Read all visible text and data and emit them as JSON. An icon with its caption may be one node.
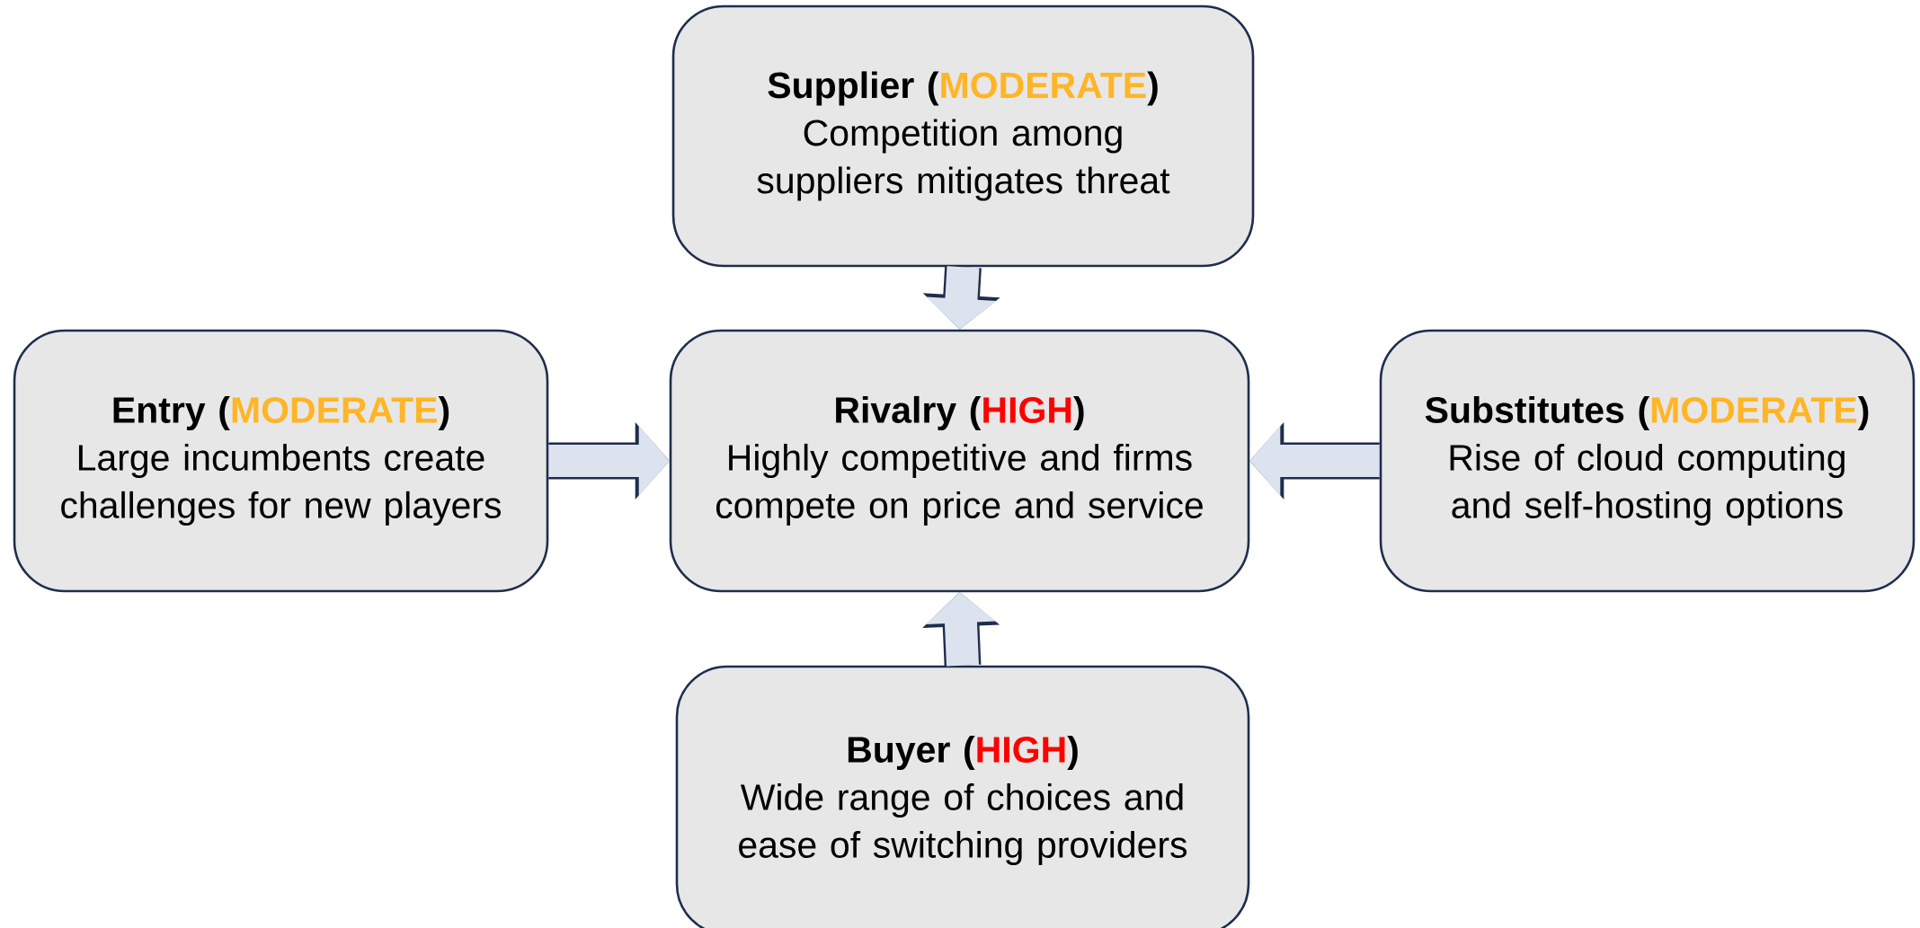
{
  "diagram": {
    "nodes": [
      {
        "text": [
          "Supplier (",
          "MODERATE",
          ")",
          "Competition among suppliers mitigates threat"
        ]
      },
      {
        "text": [
          "Entry (",
          "MODERATE",
          ")",
          "Large incumbents create challenges for new players"
        ]
      },
      {
        "text": [
          "Rivalry (",
          "HIGH",
          ")",
          "Highly competitive and firms compete on price and service"
        ]
      },
      {
        "text": [
          "Substitutes (",
          "MODERATE",
          ")",
          "Rise of cloud computing and self-hosting options"
        ]
      },
      {
        "text": [
          "Buyer (",
          "HIGH",
          ")",
          "Wide range of choices and ease of switching providers"
        ]
      }
    ],
    "edges": [
      {
        "from": 0,
        "to": 2,
        "arrow": "to"
      },
      {
        "from": 1,
        "to": 2,
        "arrow": "to"
      },
      {
        "from": 3,
        "to": 2,
        "arrow": "to"
      },
      {
        "from": 4,
        "to": 2,
        "arrow": "to"
      }
    ]
  }
}
